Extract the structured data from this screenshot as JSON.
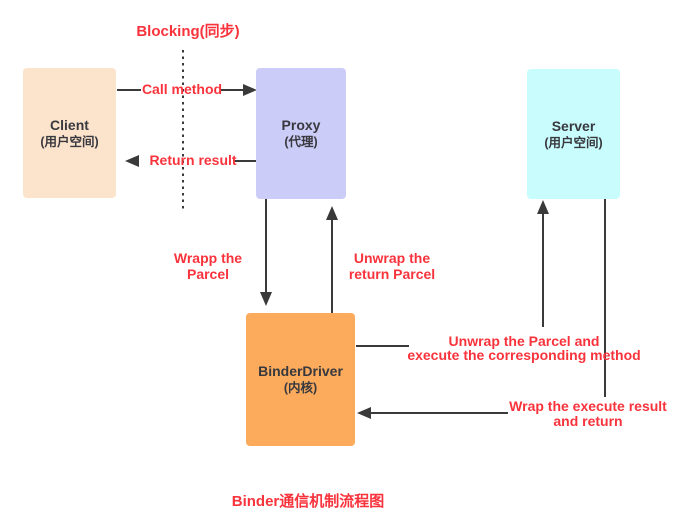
{
  "title": "Binder通信机制流程图",
  "colors": {
    "client_box": "#fce4cc",
    "proxy_box": "#ccccf8",
    "server_box": "#c9fcfc",
    "binder_driver_box": "#fbab5b",
    "label_red": "#f8333c",
    "line_dark": "#3a3a3a"
  },
  "nodes": {
    "client": {
      "name": "Client",
      "subtitle": "(用户空间)"
    },
    "proxy": {
      "name": "Proxy",
      "subtitle": "(代理)"
    },
    "server": {
      "name": "Server",
      "subtitle": "(用户空间)"
    },
    "binder_driver": {
      "name": "BinderDriver",
      "subtitle": "(内核)"
    }
  },
  "labels": {
    "blocking": "Blocking(同步)",
    "call_method": "Call method",
    "return_result": "Return result",
    "wrap_parcel_line1": "Wrapp the",
    "wrap_parcel_line2": "Parcel",
    "unwrap_return_line1": "Unwrap the",
    "unwrap_return_line2": "return Parcel",
    "unwrap_execute_line1": "Unwrap the Parcel and",
    "unwrap_execute_line2": "execute the corresponding method",
    "wrap_result_line1": "Wrap the execute result",
    "wrap_result_line2": "and return"
  }
}
